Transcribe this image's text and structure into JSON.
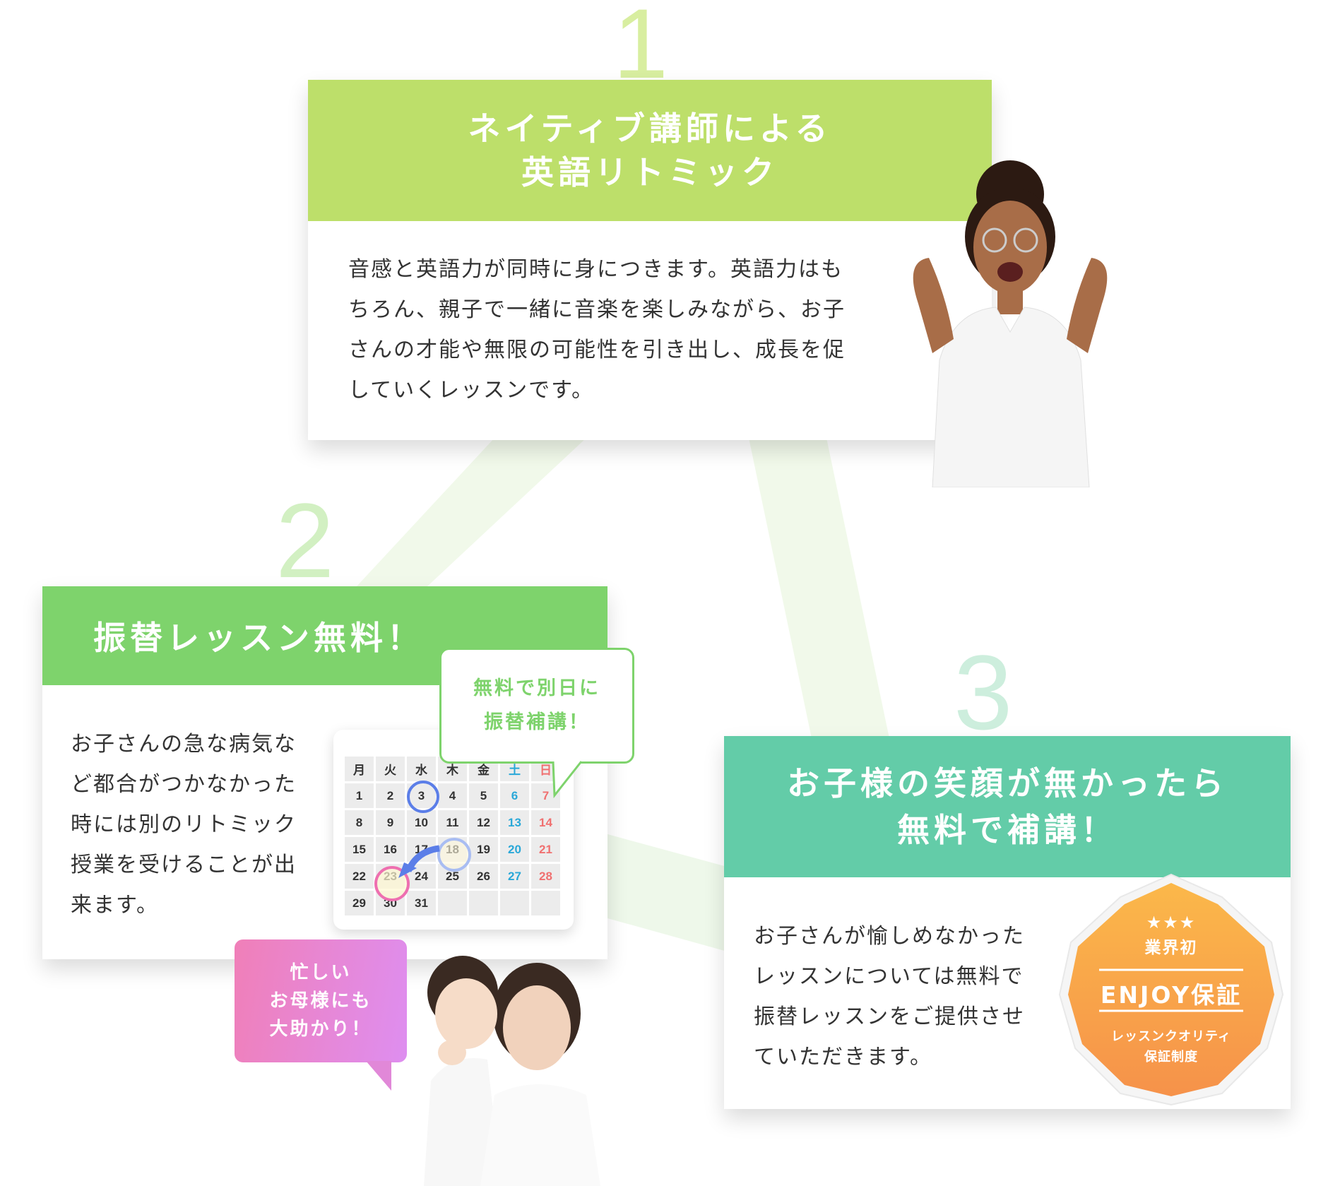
{
  "colors": {
    "card1_header": "#bddf6a",
    "card2_header": "#7ed36c",
    "card3_header": "#63cca8",
    "connector_line": "#eef8e6",
    "bubble_green": "#7ed36c",
    "bubble_pink": "#f07fb0",
    "badge_orange": "#f8a848"
  },
  "features": [
    {
      "number": "1",
      "title_line1": "ネイティブ講師による",
      "title_line2": "英語リトミック",
      "body_lines": [
        "音感と英語力が同時に身につきます。英語力はも",
        "ちろん、親子で一緒に音楽を楽しみながら、お子",
        "さんの才能や無限の可能性を引き出し、成長を促",
        "していくレッスンです。"
      ]
    },
    {
      "number": "2",
      "title_line1": "振替レッスン無料！",
      "body_lines": [
        "お子さんの急な病気な",
        "ど都合がつかなかった",
        "時には別のリトミック",
        "授業を受けることが出",
        "来ます。"
      ]
    },
    {
      "number": "3",
      "title_line1": "お子様の笑顔が無かったら",
      "title_line2": "無料で補講！",
      "body_lines": [
        "お子さんが愉しめなかった",
        "レッスンについては無料で",
        "振替レッスンをご提供させ",
        "ていただきます。"
      ]
    }
  ],
  "speech_bubble_green": {
    "line1": "無料で別日に",
    "line2": "振替補講！"
  },
  "speech_bubble_pink": {
    "line1": "忙しい",
    "line2": "お母様にも",
    "line3": "大助かり！"
  },
  "calendar": {
    "weekdays": [
      "月",
      "火",
      "水",
      "木",
      "金",
      "土",
      "日"
    ],
    "weeks": [
      [
        "1",
        "2",
        "3",
        "4",
        "5",
        "6",
        "7"
      ],
      [
        "8",
        "9",
        "10",
        "11",
        "12",
        "13",
        "14"
      ],
      [
        "15",
        "16",
        "17",
        "18",
        "19",
        "20",
        "21"
      ],
      [
        "22",
        "23",
        "24",
        "25",
        "26",
        "27",
        "28"
      ],
      [
        "29",
        "30",
        "31",
        "",
        "",
        "",
        ""
      ]
    ],
    "highlight_blue_day": "3",
    "highlight_pink_day": "23",
    "highlight_lightblue_day": "18"
  },
  "badge": {
    "stars": "★★★",
    "top_label": "業界初",
    "main_label": "ENJOY保証",
    "sub_line1": "レッスンクオリティ",
    "sub_line2": "保証制度"
  },
  "icons": {
    "woman_photo": "surprised-woman-photo",
    "mother_child_photo": "mother-and-child-photo",
    "arrow": "curved-arrow-icon",
    "badge": "octagon-badge-icon"
  }
}
